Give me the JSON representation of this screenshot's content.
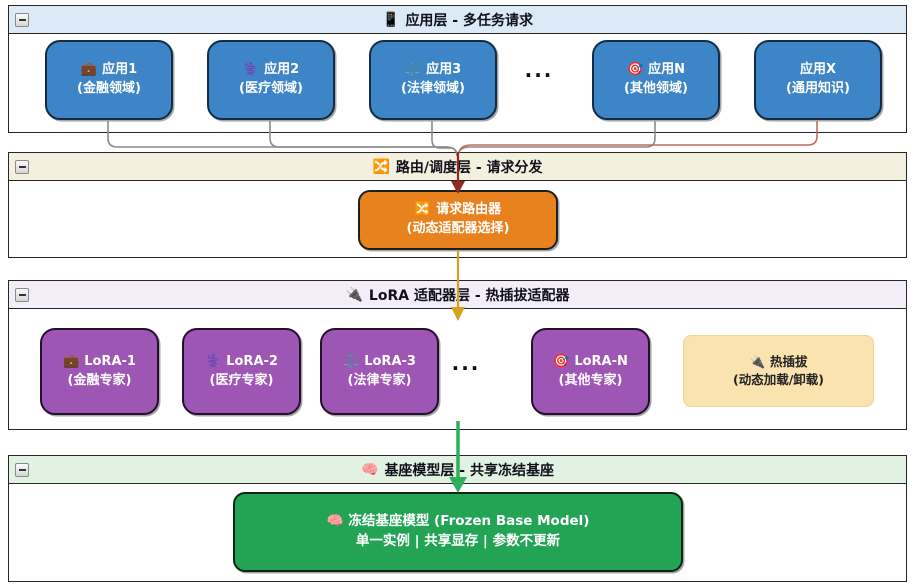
{
  "colors": {
    "app_box": "#3D85C6",
    "router_box": "#E8821E",
    "lora_box": "#9E56B4",
    "hotswap_box": "#FBE3B0",
    "base_box": "#23A455",
    "app_header_bg": "#DCE9F7",
    "router_header_bg": "#F4F0E0",
    "lora_header_bg": "#F2EDF6",
    "base_header_bg": "#E2F2E2",
    "connector_gray": "#8C8C8C",
    "connector_salmon": "#C06B5C",
    "arrow_red": "#8E2A21",
    "arrow_yellow": "#D6A21E",
    "arrow_green": "#2EAF5E"
  },
  "layers": {
    "app": {
      "title": "应用层 - 多任务请求",
      "icon": "📱",
      "ellipsis": "...",
      "boxes": [
        {
          "icon": "💼",
          "label": "应用1",
          "sub": "(金融领域)"
        },
        {
          "icon": "⚕️",
          "label": "应用2",
          "sub": "(医疗领域)"
        },
        {
          "icon": "⚖️",
          "label": "应用3",
          "sub": "(法律领域)"
        },
        {
          "icon": "🎯",
          "label": "应用N",
          "sub": "(其他领域)"
        },
        {
          "icon": "",
          "label": "应用X",
          "sub": "(通用知识)"
        }
      ]
    },
    "router": {
      "title": "路由/调度层 - 请求分发",
      "icon": "🔀",
      "box": {
        "icon": "🔀",
        "label": "请求路由器",
        "sub": "(动态适配器选择)"
      }
    },
    "lora": {
      "title": "LoRA 适配器层 - 热插拔适配器",
      "icon": "🔌",
      "ellipsis": "...",
      "boxes": [
        {
          "icon": "💼",
          "label": "LoRA-1",
          "sub": "(金融专家)"
        },
        {
          "icon": "⚕️",
          "label": "LoRA-2",
          "sub": "(医疗专家)"
        },
        {
          "icon": "⚖️",
          "label": "LoRA-3",
          "sub": "(法律专家)"
        },
        {
          "icon": "🎯",
          "label": "LoRA-N",
          "sub": "(其他专家)"
        }
      ],
      "note": {
        "icon": "🔌",
        "label": "热插拔",
        "sub": "(动态加载/卸载)"
      }
    },
    "base": {
      "title": "基座模型层 - 共享冻结基座",
      "icon": "🧠",
      "box": {
        "icon": "🧠",
        "label": "冻结基座模型 (Frozen Base Model)",
        "sub": "单一实例 | 共享显存 | 参数不更新"
      }
    }
  }
}
